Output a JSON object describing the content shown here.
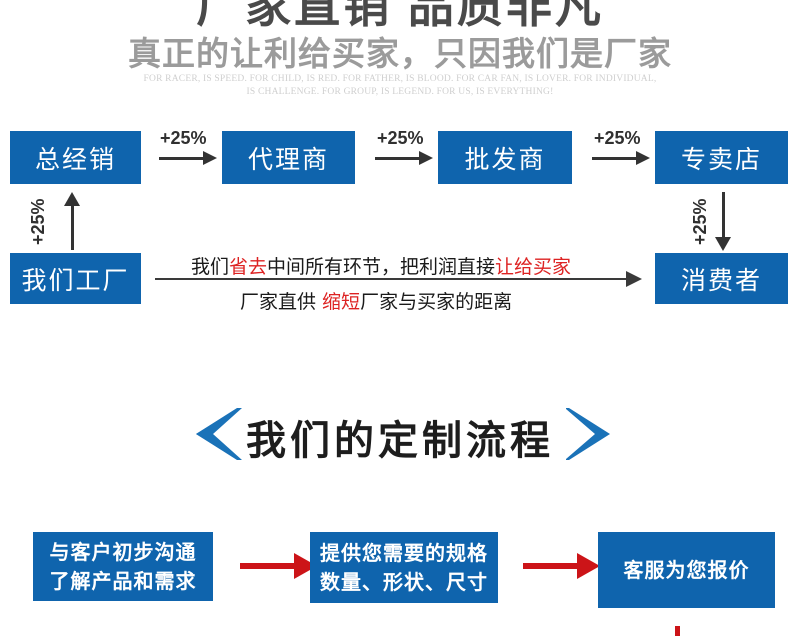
{
  "banner": {
    "headline_top": "厂家直销 品质非凡",
    "headline_main": "真正的让利给买家，只因我们是厂家",
    "english_line1": "FOR RACER, IS SPEED. FOR CHILD, IS RED. FOR FATHER, IS BLOOD. FOR CAR FAN, IS LOVER. FOR INDIVIDUAL,",
    "english_line2": "IS CHALLENGE. FOR GROUP, IS LEGEND. FOR US, IS EVERYTHING!"
  },
  "colors": {
    "brand_blue": "#0f64ad",
    "accent_red": "#cc1418",
    "arrow_gray": "#333333",
    "headline_gray": "#9b9b9b"
  },
  "chain": {
    "boxes": {
      "distributor": "总经销",
      "agent": "代理商",
      "wholesaler": "批发商",
      "retailer": "专卖店",
      "consumer": "消费者",
      "factory": "我们工厂"
    },
    "markup_labels": {
      "distributor_to_agent": "+25%",
      "agent_to_wholesaler": "+25%",
      "wholesaler_to_retailer": "+25%",
      "retailer_to_consumer": "+25%",
      "factory_to_distributor": "+25%"
    },
    "direct_line1": {
      "part1": "我们",
      "highlight1": "省去",
      "part2": "中间所有环节，把利润直接",
      "highlight2": "让给买家"
    },
    "direct_line2": {
      "part1": "厂家直供 ",
      "highlight1": "缩短",
      "part2": "厂家与买家的距离"
    }
  },
  "process": {
    "title": "我们的定制流程",
    "left_chevron_icon": "chevron-left-icon",
    "right_chevron_icon": "chevron-right-icon",
    "steps": [
      {
        "line1": "与客户初步沟通",
        "line2": "了解产品和需求"
      },
      {
        "line1": "提供您需要的规格",
        "line2": "数量、形状、尺寸"
      },
      {
        "line1": "客服为您报价",
        "line2": ""
      }
    ]
  }
}
